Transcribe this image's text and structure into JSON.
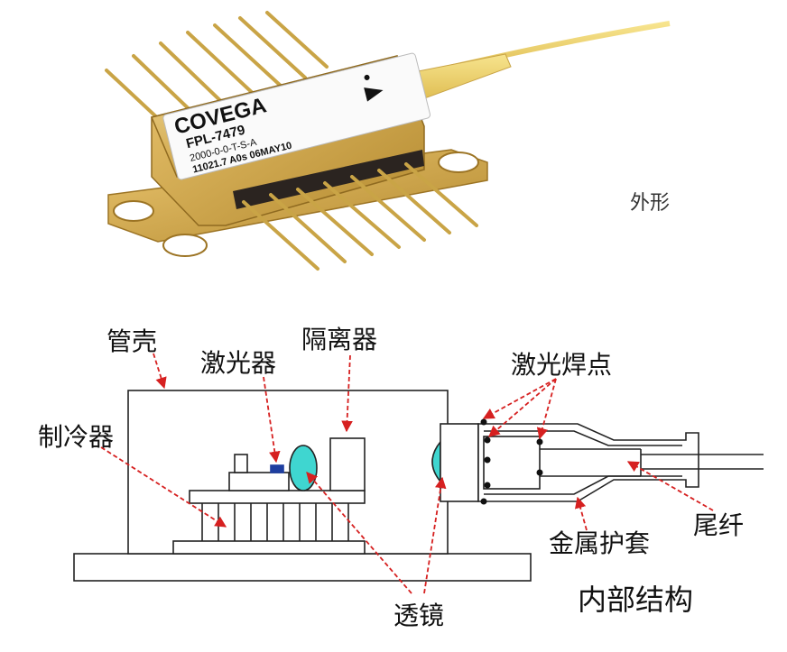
{
  "exterior": {
    "caption": "外形",
    "label": {
      "brand": "COVEGA",
      "model": "FPL-7479",
      "line3": "2000-0-0-T-S-A",
      "line4": "11021.7  A0s 06MAY10"
    }
  },
  "interior": {
    "caption": "内部结构",
    "labels": {
      "housing": "管壳",
      "laser": "激光器",
      "isolator": "隔离器",
      "cooler": "制冷器",
      "lens": "透镜",
      "weld_points": "激光焊点",
      "metal_sleeve": "金属护套",
      "pigtail": "尾纤"
    }
  },
  "colors": {
    "annotation_arrow": "#d62020",
    "lens_fill": "#3fd6d0",
    "gold_body": "#d9b458",
    "fiber": "#f0d060"
  }
}
